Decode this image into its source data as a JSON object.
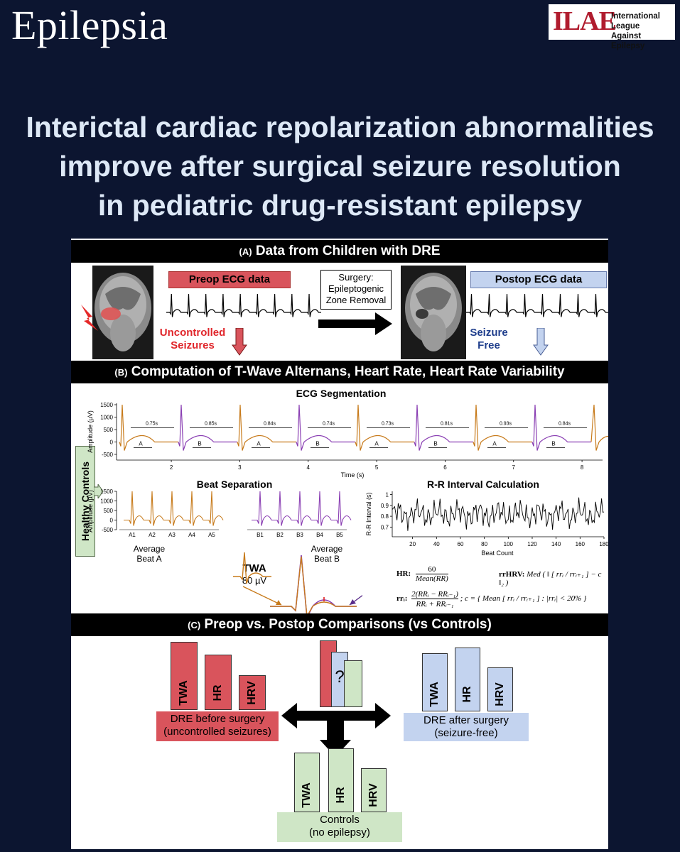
{
  "journal": "Epilepsia",
  "ilae": {
    "mark": "ILAE",
    "line1": "International League",
    "line2": "Against Epilepsy"
  },
  "title": {
    "line1": "Interictal cardiac repolarization abnormalities",
    "line2": "improve after surgical seizure resolution",
    "line3": "in pediatric drug-resistant epilepsy"
  },
  "section_a": {
    "tag": "(A)",
    "heading": "Data from Children with DRE",
    "preop_label": "Preop ECG data",
    "postop_label": "Postop ECG data",
    "surgery_line1": "Surgery:",
    "surgery_line2": "Epileptogenic",
    "surgery_line3": "Zone Removal",
    "uncontrolled_line1": "Uncontrolled",
    "uncontrolled_line2": "Seizures",
    "free_line1": "Seizure",
    "free_line2": "Free"
  },
  "section_b": {
    "tag": "(B)",
    "heading": "Computation of T-Wave Alternans, Heart Rate, Heart Rate Variability",
    "healthy_controls": "Healthy Controls",
    "ecg_title": "ECG Segmentation",
    "ecg_ylabel": "Amplitude (µV)",
    "ecg_xlabel": "Time (s)",
    "ecg_yticks": [
      "1500",
      "1000",
      "500",
      "0",
      "-500"
    ],
    "ecg_xticks": [
      "2",
      "3",
      "4",
      "5",
      "6",
      "7",
      "8"
    ],
    "intervals": [
      "0.75s",
      "0.85s",
      "0.84s",
      "0.74s",
      "0.73s",
      "0.81s",
      "0.93s",
      "0.84s"
    ],
    "beat_tags": [
      "A",
      "B",
      "A",
      "B",
      "A",
      "B",
      "A",
      "B"
    ],
    "beat_sep_title": "Beat Separation",
    "beat_sep_ylabel": "Amplitude (µV)",
    "beat_sep_yticks": [
      "1500",
      "1000",
      "500",
      "0",
      "-500"
    ],
    "beats_a": [
      "A1",
      "A2",
      "A3",
      "A4",
      "A5"
    ],
    "beats_b": [
      "B1",
      "B2",
      "B3",
      "B4",
      "B5"
    ],
    "rr_title": "R-R Interval Calculation",
    "rr_ylabel": "R-R Interval (s)",
    "rr_xlabel": "Beat Count",
    "rr_yticks": [
      "1",
      "0.9",
      "0.8",
      "0.7"
    ],
    "rr_xticks": [
      "20",
      "40",
      "60",
      "80",
      "100",
      "120",
      "140",
      "160",
      "180"
    ],
    "avg_a_line1": "Average",
    "avg_a_line2": "Beat A",
    "avg_b_line1": "Average",
    "avg_b_line2": "Beat B",
    "twa_label": "TWA",
    "twa_value": "80 µV",
    "formula_hr_label": "HR:",
    "formula_hr_num": "60",
    "formula_hr_den": "Mean(RR)",
    "formula_rrhrv_label": "rrHRV:",
    "formula_rrhrv_body": "Med ( ‖ [ rrᵢ / rrᵢ₊₁ ] − c ‖₂ )",
    "formula_rri_label": "rrᵢ:",
    "formula_rri_num": "2(RRᵢ − RRᵢ₋₁)",
    "formula_rri_den": "RRᵢ + RRᵢ₋₁",
    "formula_c": "; c = { Mean [ rrᵢ / rrᵢ₊₁ ] : |rrᵢ| < 20% }"
  },
  "section_c": {
    "tag": "(C)",
    "heading": "Preop vs. Postop Comparisons (vs Controls)",
    "bars": [
      "TWA",
      "HR",
      "HRV"
    ],
    "question": "?",
    "before_line1": "DRE before surgery",
    "before_line2": "(uncontrolled seizures)",
    "after_line1": "DRE after surgery",
    "after_line2": "(seizure-free)",
    "controls_line1": "Controls",
    "controls_line2": "(no epilepsy)",
    "colors": {
      "red": "#d9545c",
      "blue": "#c3d3ef",
      "green": "#cfe6c6"
    }
  }
}
